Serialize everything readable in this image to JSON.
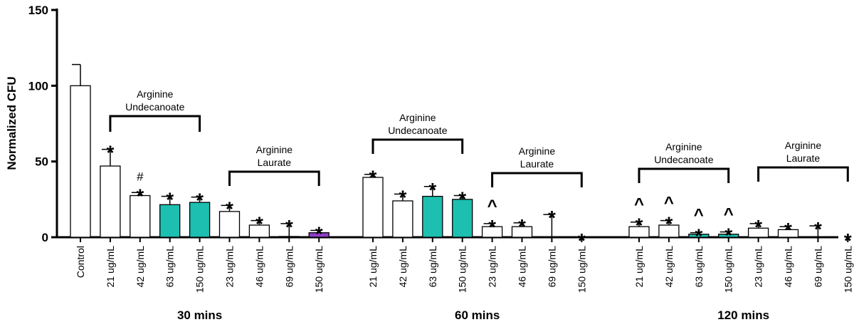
{
  "chart_data": {
    "type": "bar",
    "ylabel": "Normalized CFU",
    "xlabel": "",
    "ylim": [
      0,
      150
    ],
    "yticks": [
      "0",
      "50",
      "100",
      "150"
    ],
    "colors": {
      "control": "#ffffff",
      "undecanoate": "#ffffff",
      "undecanoate_high": "#1dbfb0",
      "laurate": "#ffffff",
      "laurate_high": "#8e3ec8",
      "outline": "#000000"
    },
    "groups": [
      {
        "label": "30 mins",
        "brackets": [
          {
            "line1": "Arginine",
            "line2": "Undecanoate",
            "from": 1,
            "to": 4
          },
          {
            "line1": "Arginine",
            "line2": "Laurate",
            "from": 5,
            "to": 8
          }
        ],
        "bars": [
          {
            "label": "Control",
            "value": 100,
            "error": 14,
            "color": "#ffffff",
            "marks": []
          },
          {
            "label": "21 ug/mL",
            "value": 47,
            "error": 11,
            "color": "#ffffff",
            "marks": [
              "*"
            ]
          },
          {
            "label": "42 ug/mL",
            "value": 27.5,
            "error": 2,
            "color": "#ffffff",
            "marks": [
              "*",
              "#"
            ]
          },
          {
            "label": "63 ug/mL",
            "value": 21.5,
            "error": 5.5,
            "color": "#1dbfb0",
            "marks": [
              "*"
            ]
          },
          {
            "label": "150 ug/mL",
            "value": 23,
            "error": 3.5,
            "color": "#1dbfb0",
            "marks": [
              "*"
            ]
          },
          {
            "label": "23 ug/mL",
            "value": 17,
            "error": 4,
            "color": "#ffffff",
            "marks": [
              "*"
            ]
          },
          {
            "label": "46 ug/mL",
            "value": 8,
            "error": 3,
            "color": "#ffffff",
            "marks": [
              "*"
            ]
          },
          {
            "label": "69 ug/mL",
            "value": 0.5,
            "error": 8.5,
            "color": "#ffffff",
            "marks": [
              "*"
            ]
          },
          {
            "label": "150 ug/mL",
            "value": 3,
            "error": 1.5,
            "color": "#8e3ec8",
            "marks": [
              "*"
            ]
          }
        ]
      },
      {
        "label": "60 mins",
        "brackets": [
          {
            "line1": "Arginine",
            "line2": "Undecanoate",
            "from": 0,
            "to": 3
          },
          {
            "line1": "Arginine",
            "line2": "Laurate",
            "from": 4,
            "to": 7
          }
        ],
        "bars": [
          {
            "label": "21 ug/mL",
            "value": 39.5,
            "error": 2,
            "color": "#ffffff",
            "marks": [
              "*"
            ]
          },
          {
            "label": "42 ug/mL",
            "value": 24,
            "error": 4.5,
            "color": "#ffffff",
            "marks": [
              "*"
            ]
          },
          {
            "label": "63 ug/mL",
            "value": 27,
            "error": 6.5,
            "color": "#1dbfb0",
            "marks": [
              "*"
            ]
          },
          {
            "label": "150 ug/mL",
            "value": 25,
            "error": 2.5,
            "color": "#1dbfb0",
            "marks": [
              "*"
            ]
          },
          {
            "label": "23 ug/mL",
            "value": 7,
            "error": 2,
            "color": "#ffffff",
            "marks": [
              "*",
              "^"
            ]
          },
          {
            "label": "46 ug/mL",
            "value": 7,
            "error": 2.5,
            "color": "#ffffff",
            "marks": [
              "*"
            ]
          },
          {
            "label": "69 ug/mL",
            "value": 0,
            "error": 15,
            "color": "#ffffff",
            "marks": [
              "*"
            ]
          },
          {
            "label": "150 ug/mL",
            "value": 0,
            "error": 0,
            "color": "#ffffff",
            "marks": [
              "*"
            ]
          }
        ]
      },
      {
        "label": "120 mins",
        "brackets": [
          {
            "line1": "Arginine",
            "line2": "Undecanoate",
            "from": 0,
            "to": 3
          },
          {
            "line1": "Arginine",
            "line2": "Laurate",
            "from": 4,
            "to": 7
          }
        ],
        "bars": [
          {
            "label": "21 ug/mL",
            "value": 7,
            "error": 3,
            "color": "#ffffff",
            "marks": [
              "*",
              "^"
            ]
          },
          {
            "label": "42 ug/mL",
            "value": 8,
            "error": 3,
            "color": "#ffffff",
            "marks": [
              "*",
              "^"
            ]
          },
          {
            "label": "63 ug/mL",
            "value": 2,
            "error": 1,
            "color": "#1dbfb0",
            "marks": [
              "*",
              "^"
            ]
          },
          {
            "label": "150 ug/mL",
            "value": 2,
            "error": 1.5,
            "color": "#1dbfb0",
            "marks": [
              "*",
              "^"
            ]
          },
          {
            "label": "23 ug/mL",
            "value": 6,
            "error": 3,
            "color": "#ffffff",
            "marks": [
              "*"
            ]
          },
          {
            "label": "46 ug/mL",
            "value": 5,
            "error": 2,
            "color": "#ffffff",
            "marks": [
              "*"
            ]
          },
          {
            "label": "69 ug/mL",
            "value": 0,
            "error": 7.5,
            "color": "#ffffff",
            "marks": [
              "*"
            ]
          },
          {
            "label": "150 ug/mL",
            "value": 0,
            "error": 0,
            "color": "#ffffff",
            "marks": [
              "*"
            ]
          }
        ]
      }
    ]
  }
}
